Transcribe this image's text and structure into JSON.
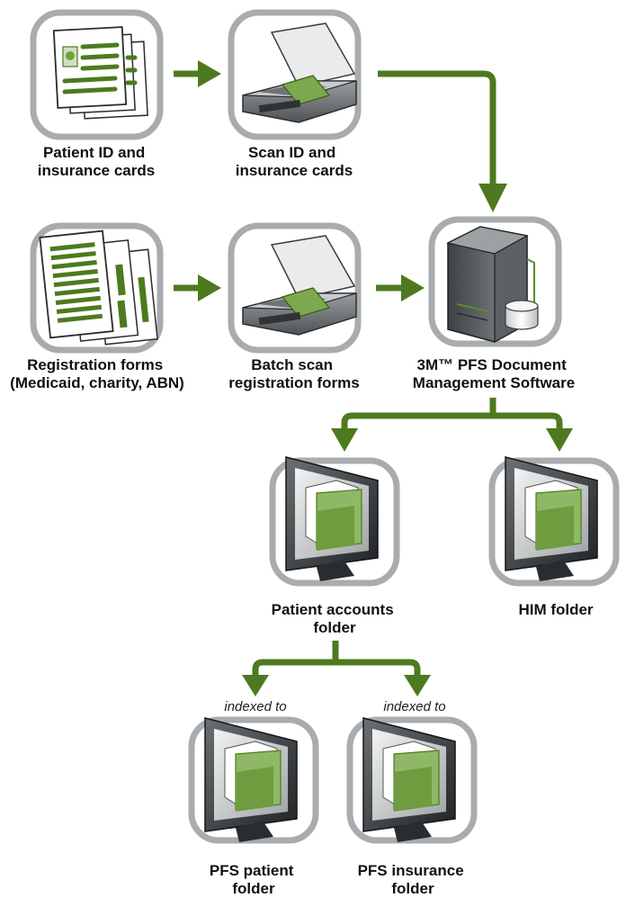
{
  "colors": {
    "arrow": "#4d7a1e",
    "frame": "#a9acae",
    "accent_green": "#5a8f22"
  },
  "nodes": {
    "patient_id": {
      "label": [
        "Patient ID and",
        "insurance cards"
      ],
      "icon": "id-cards-icon"
    },
    "scan_id": {
      "label": [
        "Scan ID and",
        "insurance cards"
      ],
      "icon": "scanner-icon"
    },
    "registration_forms": {
      "label": [
        "Registration forms",
        "(Medicaid, charity, ABN)"
      ],
      "icon": "forms-icon"
    },
    "batch_scan": {
      "label": [
        "Batch scan",
        "registration forms"
      ],
      "icon": "scanner-icon"
    },
    "pfs_software": {
      "label": [
        "3M™ PFS Document",
        "Management Software"
      ],
      "icon": "server-icon"
    },
    "patient_accounts": {
      "label": [
        "Patient accounts",
        "folder"
      ],
      "icon": "monitor-folder-icon"
    },
    "him_folder": {
      "label": [
        "HIM folder"
      ],
      "icon": "monitor-folder-icon"
    },
    "pfs_patient": {
      "label": [
        "PFS patient",
        "folder"
      ],
      "icon": "monitor-folder-icon"
    },
    "pfs_insurance": {
      "label": [
        "PFS insurance",
        "folder"
      ],
      "icon": "monitor-folder-icon"
    }
  },
  "edge_notes": {
    "left": "indexed to",
    "right": "indexed to"
  }
}
